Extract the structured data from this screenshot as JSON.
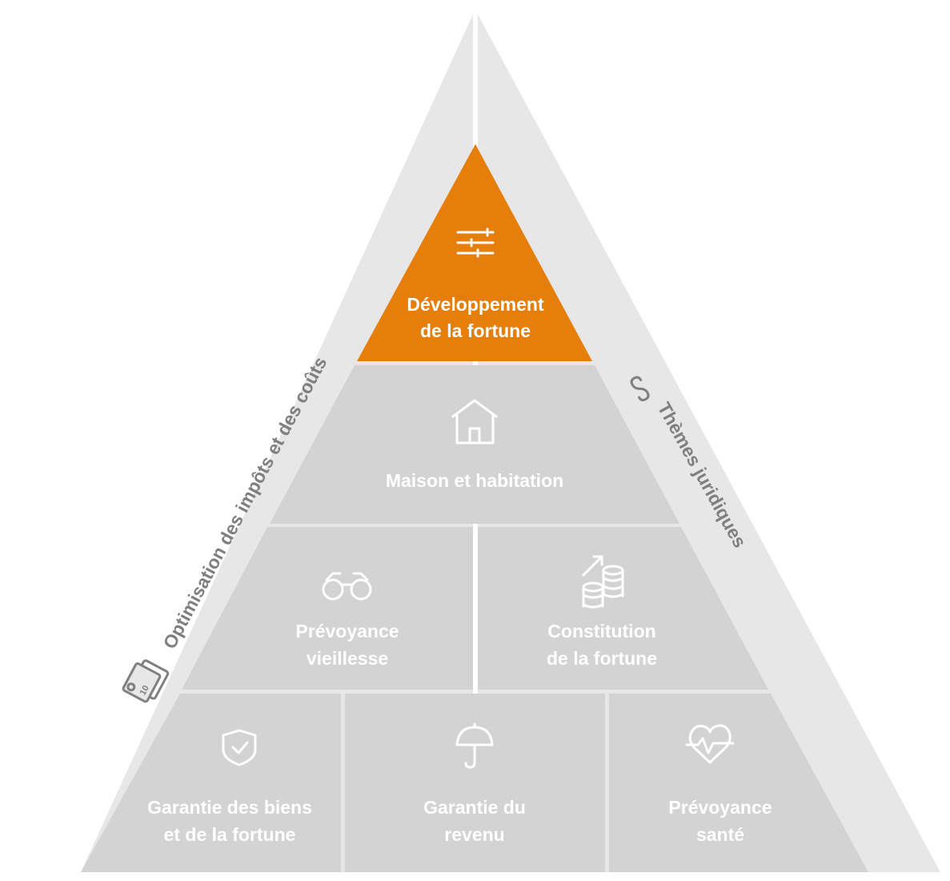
{
  "colors": {
    "outer_band": "#e7e7e7",
    "tier_fill": "#d3d3d3",
    "accent": "#e67e0b",
    "divider": "#ffffff",
    "label_text": "#ffffff",
    "side_text": "#7f7f7f"
  },
  "top": {
    "line1": "Développement",
    "line2": "de la fortune",
    "icon": "sliders-icon"
  },
  "tier2": {
    "label": "Maison et habitation",
    "icon": "house-icon"
  },
  "tier3": {
    "left": {
      "line1": "Prévoyance",
      "line2": "vieillesse",
      "icon": "binoculars-icon"
    },
    "right": {
      "line1": "Constitution",
      "line2": "de la fortune",
      "icon": "coins-growth-icon"
    }
  },
  "tier4": {
    "left": {
      "line1": "Garantie des biens",
      "line2": "et de la fortune",
      "icon": "shield-check-icon"
    },
    "middle": {
      "line1": "Garantie du",
      "line2": "revenu",
      "icon": "umbrella-icon"
    },
    "right": {
      "line1": "Prévoyance",
      "line2": "santé",
      "icon": "heart-pulse-icon"
    }
  },
  "sides": {
    "left": {
      "label": "Optimisation des impôts et des coûts",
      "icon_text": "10",
      "icon": "tax-receipt-icon"
    },
    "right": {
      "label": "Thèmes juridiques",
      "icon": "paragraph-icon"
    }
  }
}
